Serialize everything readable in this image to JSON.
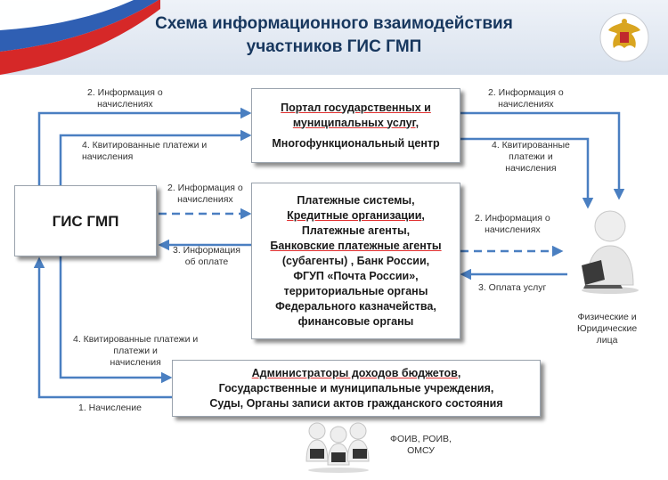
{
  "header": {
    "title_line1": "Схема информационного взаимодействия",
    "title_line2": "участников ГИС ГМП"
  },
  "colors": {
    "arrow": "#4a7fc1",
    "title": "#17375e",
    "flag_white": "#ffffff",
    "flag_blue": "#2f5fb3",
    "flag_red": "#d62828",
    "emblem_gold": "#d9a520",
    "emblem_red": "#c0282d"
  },
  "boxes": {
    "gis": {
      "label": "ГИС ГМП"
    },
    "portal": {
      "line1": "Портал государственных и",
      "line2": "муниципальных услуг,",
      "line3": "Многофункциональный центр"
    },
    "payment": {
      "lines": [
        "Платежные системы,",
        "Кредитные организации,",
        "Платежные агенты,",
        "Банковские платежные агенты",
        "(субагенты) , Банк России,",
        "ФГУП «Почта России»,",
        "территориальные органы",
        "Федерального казначейства,",
        "финансовые органы"
      ]
    },
    "admin": {
      "line1": "Администраторы доходов бюджетов,",
      "line2": "Государственные и муниципальные учреждения,",
      "line3": "Суды, Органы записи актов гражданского состояния"
    }
  },
  "labels": {
    "info_accruals_line1": "2. Информация о",
    "info_accruals_line2": "начислениях",
    "receipts_line1": "4. Квитированные платежи и",
    "receipts_line2": "начисления",
    "receipts_right_line1": "4. Квитированные",
    "receipts_right_line2": "платежи и",
    "receipts_right_line3": "начисления",
    "payment_info_line1": "3. Информация",
    "payment_info_line2": "об оплате",
    "service_payment": "3. Оплата услуг",
    "accrual": "1. Начисление"
  },
  "entities": {
    "individuals_line1": "Физические и",
    "individuals_line2": "Юридические",
    "individuals_line3": "лица",
    "authorities_line1": "ФОИВ, РОИВ,",
    "authorities_line2": "ОМСУ",
    "person_icon": "person-at-laptop-icon",
    "group_icon": "people-at-computers-icon"
  }
}
